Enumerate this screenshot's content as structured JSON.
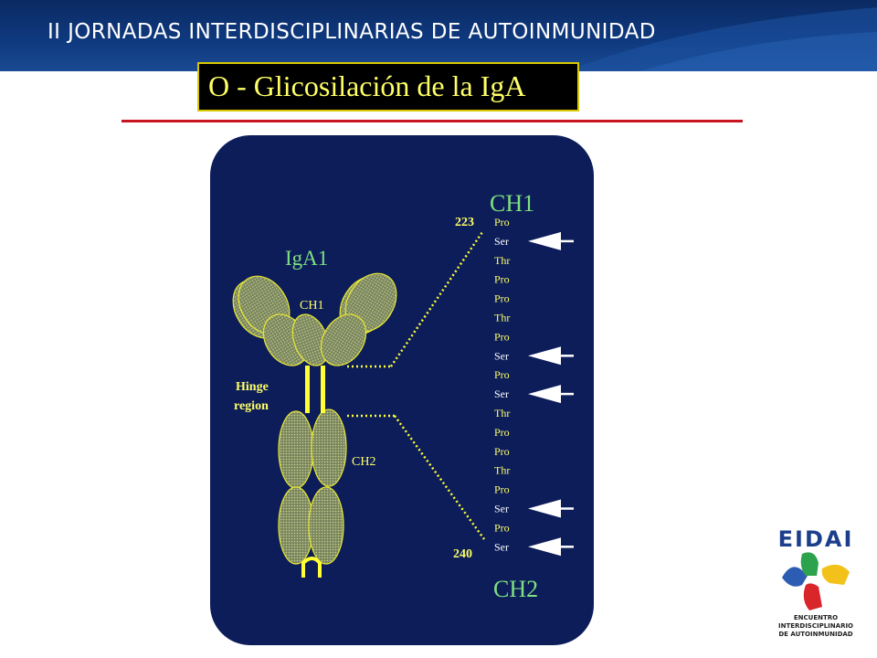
{
  "header": {
    "title": "II JORNADAS INTERDISCIPLINARIAS DE AUTOINMUNIDAD"
  },
  "slide": {
    "title": "O - Glicosilación de la IgA"
  },
  "diagram": {
    "antibody_label": "IgA1",
    "ch1_label": "CH1",
    "hinge_label_line1": "Hinge",
    "hinge_label_line2": "region",
    "ch2_label": "CH2",
    "ch1_big_label": "CH1",
    "ch2_big_label": "CH2",
    "start_residue": "223",
    "end_residue": "240",
    "sequence": [
      "Pro",
      "Ser",
      "Thr",
      "Pro",
      "Pro",
      "Thr",
      "Pro",
      "Ser",
      "Pro",
      "Ser",
      "Thr",
      "Pro",
      "Pro",
      "Thr",
      "Pro",
      "Ser",
      "Pro",
      "Ser"
    ],
    "glycosylated_indices": [
      1,
      7,
      9,
      15,
      17
    ]
  },
  "logo": {
    "name": "EIDAI",
    "line1": "ENCUENTRO",
    "line2": "INTERDISCIPLINARIO",
    "line3": "DE AUTOINMUNIDAD"
  },
  "colors": {
    "panel": "#0c1d5a",
    "accent": "#ffff66",
    "green": "#7fe07f",
    "white": "#ffffff",
    "red": "#c8141e"
  }
}
